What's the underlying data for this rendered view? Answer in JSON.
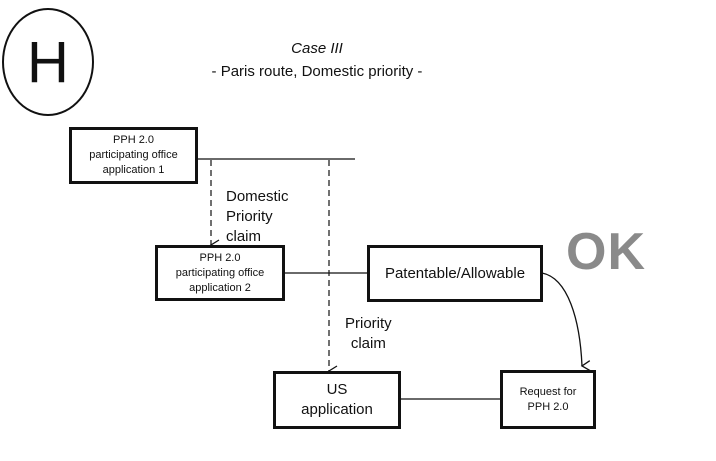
{
  "badge": {
    "letter": "H"
  },
  "header": {
    "title": "Case III",
    "subtitle": "- Paris route, Domestic priority -"
  },
  "nodes": {
    "app1": {
      "line1": "PPH 2.0",
      "line2": "participating office",
      "line3": "application 1"
    },
    "app2": {
      "line1": "PPH 2.0",
      "line2": "participating office",
      "line3": "application 2"
    },
    "patentable": {
      "label": "Patentable/Allowable"
    },
    "us_app": {
      "line1": "US",
      "line2": "application"
    },
    "request": {
      "line1": "Request for",
      "line2": "PPH 2.0"
    }
  },
  "edge_labels": {
    "domestic_priority": {
      "line1": "Domestic",
      "line2": "Priority",
      "line3": "claim"
    },
    "priority": {
      "line1": "Priority",
      "line2": "claim"
    }
  },
  "status": {
    "text": "OK",
    "color": "#8a8a8a"
  }
}
